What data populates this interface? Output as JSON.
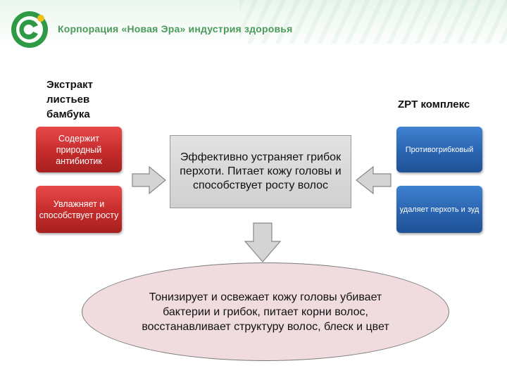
{
  "header": {
    "company": "Корпорация «Новая Эра» индустрия здоровья"
  },
  "left": {
    "title": "Экстракт листьев бамбука",
    "box1": "Содержит природный антибиотик",
    "box2": "Увлажняет и способствует росту"
  },
  "right": {
    "title": "ZPT комплекс",
    "box1": "Противогрибковый",
    "box2": "удаляет перхоть и зуд"
  },
  "center": {
    "text": "Эффективно устраняет грибок перхоти. Питает кожу головы и способствует росту волос"
  },
  "bottom": {
    "text": "Тонизирует и освежает кожу головы убивает бактерии и грибок, питает корни волос, восстанавливает структуру волос, блеск и цвет"
  },
  "colors": {
    "red_box": "#c52b2b",
    "blue_box": "#2a64b0",
    "center_box": "#d6d6d6",
    "ellipse": "#f0dcdf",
    "brand_green": "#4a9a5a"
  }
}
